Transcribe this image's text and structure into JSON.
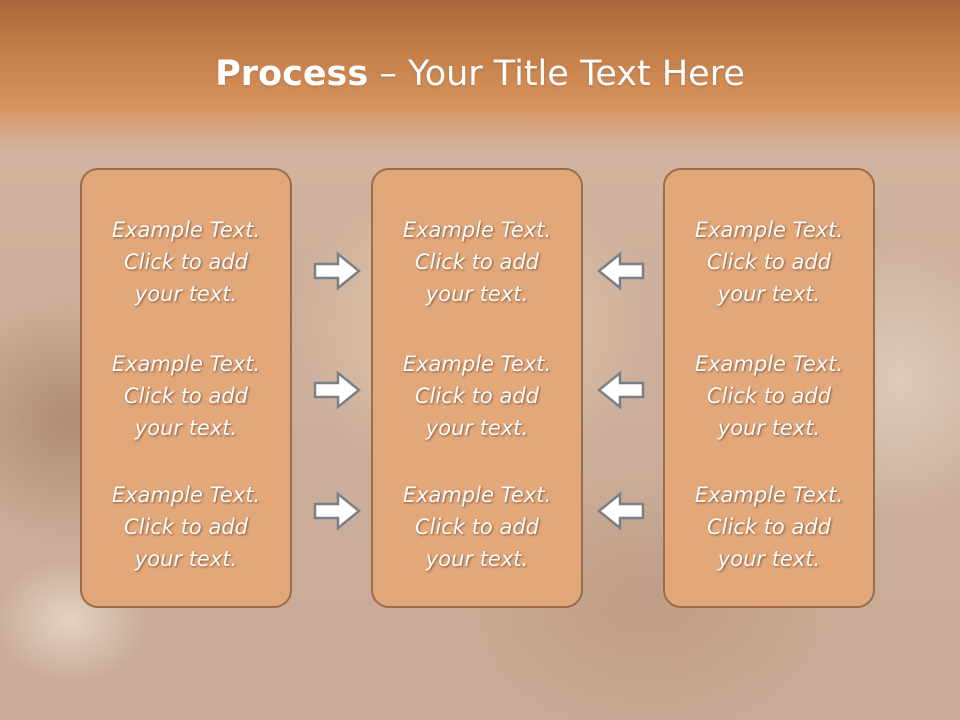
{
  "slide": {
    "title_bold": "Process",
    "title_rest": " – Your Title Text Here"
  },
  "columns": [
    {
      "items": [
        {
          "line1": "Example Text.",
          "line2": "Click  to add",
          "line3": "your text."
        },
        {
          "line1": "Example Text.",
          "line2": "Click  to add",
          "line3": "your text."
        },
        {
          "line1": "Example Text.",
          "line2": "Click  to add",
          "line3": "your text."
        }
      ]
    },
    {
      "items": [
        {
          "line1": "Example Text.",
          "line2": "Click  to add",
          "line3": "your text."
        },
        {
          "line1": "Example Text.",
          "line2": "Click  to add",
          "line3": "your text."
        },
        {
          "line1": "Example Text.",
          "line2": "Click  to add",
          "line3": "your text."
        }
      ]
    },
    {
      "items": [
        {
          "line1": "Example Text.",
          "line2": "Click  to add",
          "line3": "your text."
        },
        {
          "line1": "Example Text.",
          "line2": "Click  to add",
          "line3": "your text."
        },
        {
          "line1": "Example Text.",
          "line2": "Click  to add",
          "line3": "your text."
        }
      ]
    }
  ],
  "arrows": {
    "left_group": "right-arrow-icon",
    "right_group": "left-arrow-icon",
    "fill": "#ffffff",
    "stroke": "#7a7f88"
  },
  "colors": {
    "header": "#c47e48",
    "panel_fill": "#e4a879",
    "panel_border": "#9a6b4a"
  }
}
